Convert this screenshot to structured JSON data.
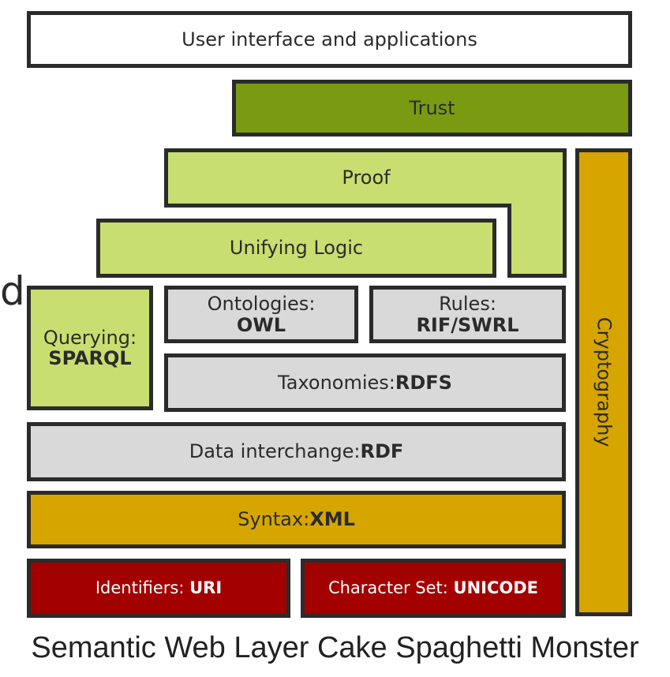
{
  "layers": {
    "ui": "User interface and applications",
    "trust": "Trust",
    "proof": "Proof",
    "logic": "Unifying Logic",
    "querying_label": "Querying:",
    "querying_value": "SPARQL",
    "ontologies_label": "Ontologies:",
    "ontologies_value": "OWL",
    "rules_label": "Rules:",
    "rules_value": "RIF/SWRL",
    "taxonomies_label": "Taxonomies:",
    "taxonomies_value": "RDFS",
    "data_label": "Data interchange:",
    "data_value": "RDF",
    "syntax_label": "Syntax:",
    "syntax_value": "XML",
    "identifiers_label": "Identifiers: ",
    "identifiers_value": "URI",
    "charset_label": "Character Set: ",
    "charset_value": "UNICODE",
    "crypto": "Cryptography"
  },
  "stray_text": "d",
  "caption": "Semantic Web Layer Cake Spaghetti Monster",
  "colors": {
    "trust": "#7a9a12",
    "logic": "#c8de70",
    "grey": "#d9d9d9",
    "gold": "#d6a500",
    "red": "#a30000"
  }
}
